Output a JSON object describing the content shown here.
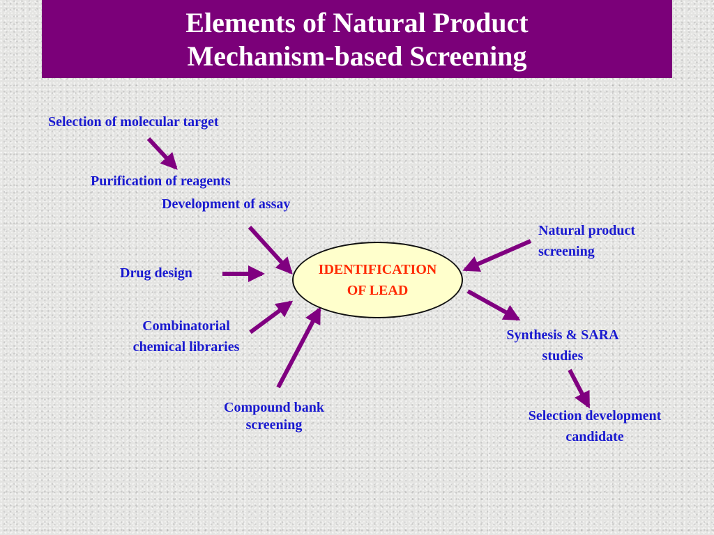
{
  "title": {
    "line1": "Elements of Natural Product",
    "line2": "Mechanism-based Screening"
  },
  "center": {
    "line1": "IDENTIFICATION",
    "line2": "OF LEAD"
  },
  "labels": {
    "selection_target": "Selection of molecular target",
    "purification": "Purification of reagents",
    "assay": "Development of assay",
    "drug_design": "Drug design",
    "combinatorial_1": "Combinatorial",
    "combinatorial_2": "chemical libraries",
    "compound_bank_1": "Compound bank",
    "compound_bank_2": "screening",
    "natural_product_1": "Natural product",
    "natural_product_2": "screening",
    "synthesis_1": "Synthesis & SARA",
    "synthesis_2": "studies",
    "selection_dev_1": "Selection development",
    "selection_dev_2": "candidate"
  },
  "colors": {
    "title_bg": "#7b0079",
    "arrow": "#800080",
    "label_text": "#1a1ad0",
    "center_text": "#ff2a00",
    "center_fill": "#ffffcc"
  }
}
